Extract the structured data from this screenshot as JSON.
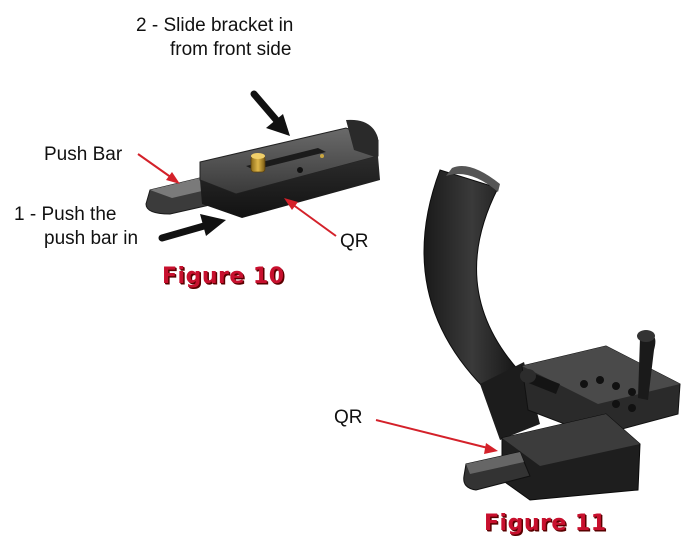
{
  "labels": {
    "slide_line1": "2 - Slide bracket in",
    "slide_line2": "from front side",
    "push_bar": "Push Bar",
    "push_line1": "1 - Push the",
    "push_line2": "push bar in",
    "qr_top": "QR",
    "qr_bottom": "QR"
  },
  "figures": {
    "fig10": "Figure 10",
    "fig11": "Figure 11"
  },
  "colors": {
    "accent": "#c8102e",
    "arrow_red": "#d4212a",
    "arrow_black": "#111111"
  }
}
